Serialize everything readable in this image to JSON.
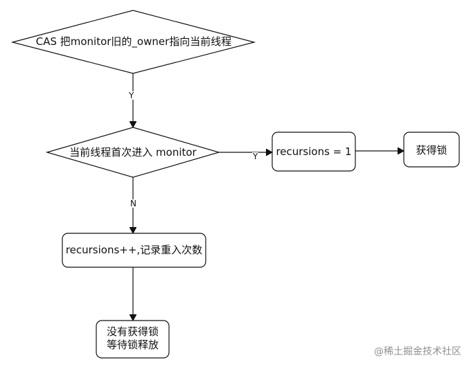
{
  "nodes": {
    "cas_check": "CAS 把monitor旧的_owner指向当前线程",
    "first_enter_check": "当前线程首次进入 monitor",
    "set_recursions": "recursions = 1",
    "acquire_lock": "获得锁",
    "reentry_increment": "recursions++,记录重入次数",
    "wait_lock": {
      "line1": "没有获得锁",
      "line2": "等待锁释放"
    }
  },
  "edges": {
    "cas_yes": "Y",
    "first_enter_yes": "Y",
    "first_enter_no": "N"
  },
  "watermark": "@稀土掘金技术社区"
}
